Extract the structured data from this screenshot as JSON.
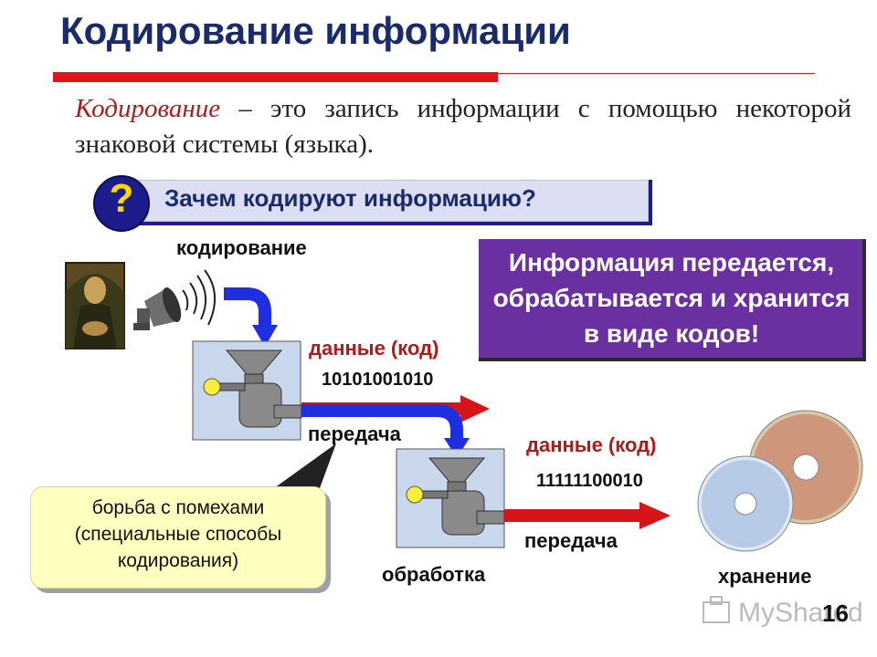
{
  "title": "Кодирование информации",
  "definition": {
    "term": "Кодирование",
    "rest": " – это запись информации с помощью некоторой знаковой системы (языка)."
  },
  "question": {
    "mark": "?",
    "text": "Зачем кодируют информацию?"
  },
  "info_box": {
    "text": "Информация передается, обрабатывается и хранится в виде кодов!"
  },
  "labels": {
    "encoding": "кодирование",
    "data1": "данные (код)",
    "code1": "10101001010",
    "transfer1": "передача",
    "data2": "данные (код)",
    "code2": "11111100010",
    "transfer2": "передача",
    "processing": "обработка",
    "storage": "хранение"
  },
  "callout": {
    "text": "борьба с помехами (специальные способы кодирования)"
  },
  "page_number": "16",
  "watermark": "MyShared",
  "colors": {
    "title": "#1a2b6b",
    "accent_red": "#e4141b",
    "question_circle": "#1c1c8c",
    "info_box": "#6a2fa0",
    "arrow_blue": "#1f2ee0",
    "arrow_red": "#d8141b",
    "callout": "#ffffc0"
  }
}
